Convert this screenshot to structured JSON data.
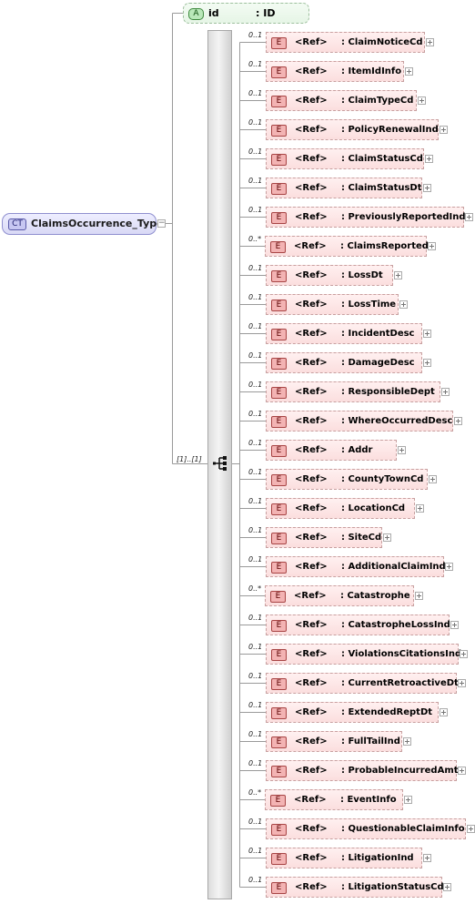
{
  "complex_type": {
    "badge": "CT",
    "name": "ClaimsOccurrence_Type",
    "toggle": "−"
  },
  "attribute": {
    "badge": "A",
    "name": "id",
    "type": ": ID"
  },
  "sequence": {
    "cardinality": "[1]..[1]"
  },
  "elements": [
    {
      "card": "0..1",
      "badge": "E",
      "ref": "<Ref>",
      "name": ": ClaimNoticeCd"
    },
    {
      "card": "0..1",
      "badge": "E",
      "ref": "<Ref>",
      "name": ": ItemIdInfo"
    },
    {
      "card": "0..1",
      "badge": "E",
      "ref": "<Ref>",
      "name": ": ClaimTypeCd"
    },
    {
      "card": "0..1",
      "badge": "E",
      "ref": "<Ref>",
      "name": ": PolicyRenewalInd"
    },
    {
      "card": "0..1",
      "badge": "E",
      "ref": "<Ref>",
      "name": ": ClaimStatusCd"
    },
    {
      "card": "0..1",
      "badge": "E",
      "ref": "<Ref>",
      "name": ": ClaimStatusDt"
    },
    {
      "card": "0..1",
      "badge": "E",
      "ref": "<Ref>",
      "name": ": PreviouslyReportedInd"
    },
    {
      "card": "0..*",
      "badge": "E",
      "ref": "<Ref>",
      "name": ": ClaimsReported"
    },
    {
      "card": "0..1",
      "badge": "E",
      "ref": "<Ref>",
      "name": ": LossDt"
    },
    {
      "card": "0..1",
      "badge": "E",
      "ref": "<Ref>",
      "name": ": LossTime"
    },
    {
      "card": "0..1",
      "badge": "E",
      "ref": "<Ref>",
      "name": ": IncidentDesc"
    },
    {
      "card": "0..1",
      "badge": "E",
      "ref": "<Ref>",
      "name": ": DamageDesc"
    },
    {
      "card": "0..1",
      "badge": "E",
      "ref": "<Ref>",
      "name": ": ResponsibleDept"
    },
    {
      "card": "0..1",
      "badge": "E",
      "ref": "<Ref>",
      "name": ": WhereOccurredDesc"
    },
    {
      "card": "0..1",
      "badge": "E",
      "ref": "<Ref>",
      "name": ": Addr"
    },
    {
      "card": "0..1",
      "badge": "E",
      "ref": "<Ref>",
      "name": ": CountyTownCd"
    },
    {
      "card": "0..1",
      "badge": "E",
      "ref": "<Ref>",
      "name": ": LocationCd"
    },
    {
      "card": "0..1",
      "badge": "E",
      "ref": "<Ref>",
      "name": ": SiteCd"
    },
    {
      "card": "0..1",
      "badge": "E",
      "ref": "<Ref>",
      "name": ": AdditionalClaimInd"
    },
    {
      "card": "0..*",
      "badge": "E",
      "ref": "<Ref>",
      "name": ": Catastrophe"
    },
    {
      "card": "0..1",
      "badge": "E",
      "ref": "<Ref>",
      "name": ": CatastropheLossInd"
    },
    {
      "card": "0..1",
      "badge": "E",
      "ref": "<Ref>",
      "name": ": ViolationsCitationsInd"
    },
    {
      "card": "0..1",
      "badge": "E",
      "ref": "<Ref>",
      "name": ": CurrentRetroactiveDt"
    },
    {
      "card": "0..1",
      "badge": "E",
      "ref": "<Ref>",
      "name": ": ExtendedReptDt"
    },
    {
      "card": "0..1",
      "badge": "E",
      "ref": "<Ref>",
      "name": ": FullTailInd"
    },
    {
      "card": "0..1",
      "badge": "E",
      "ref": "<Ref>",
      "name": ": ProbableIncurredAmt"
    },
    {
      "card": "0..*",
      "badge": "E",
      "ref": "<Ref>",
      "name": ": EventInfo"
    },
    {
      "card": "0..1",
      "badge": "E",
      "ref": "<Ref>",
      "name": ": QuestionableClaimInfo"
    },
    {
      "card": "0..1",
      "badge": "E",
      "ref": "<Ref>",
      "name": ": LitigationInd"
    },
    {
      "card": "0..1",
      "badge": "E",
      "ref": "<Ref>",
      "name": ": LitigationStatusCd"
    }
  ]
}
